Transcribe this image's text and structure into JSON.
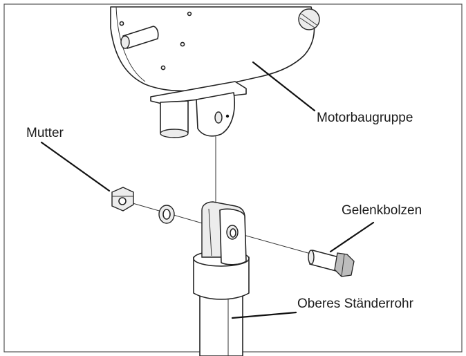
{
  "labels": {
    "motor": "Motorbaugruppe",
    "nut": "Mutter",
    "bolt": "Gelenkbolzen",
    "tube": "Oberes Ständerrohr"
  },
  "colors": {
    "line": "#222222",
    "background": "#ffffff",
    "frame": "#555555"
  }
}
